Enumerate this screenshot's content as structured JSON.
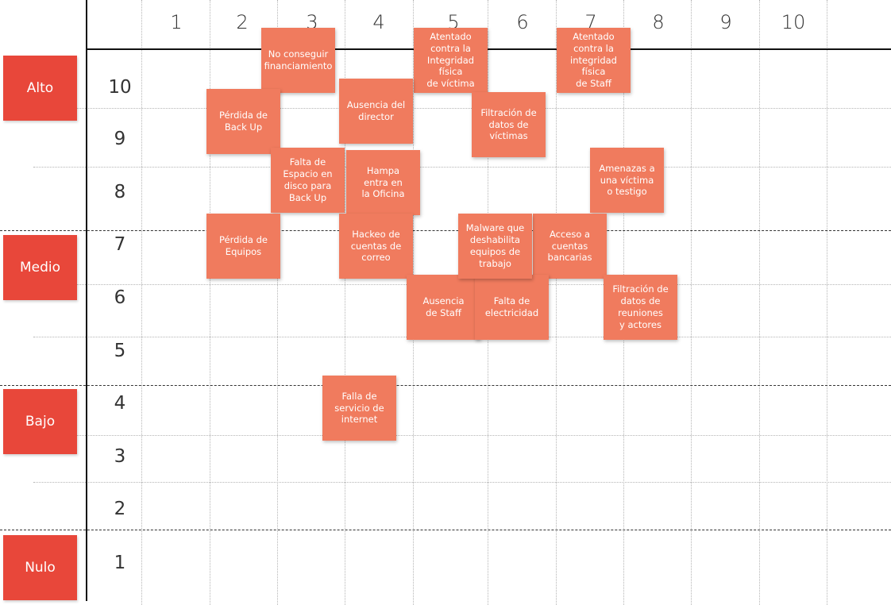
{
  "columns": [
    "1",
    "2",
    "3",
    "4",
    "5",
    "6",
    "7",
    "8",
    "9",
    "10"
  ],
  "rows": [
    "10",
    "9",
    "8",
    "7",
    "6",
    "5",
    "4",
    "3",
    "2",
    "1"
  ],
  "levels": [
    "Alto",
    "Medio",
    "Bajo",
    "Nulo"
  ],
  "notes": [
    {
      "text": "No conseguir\nfinanciamiento",
      "impact": 2.8,
      "probability": 10.3
    },
    {
      "text": "Atentado\ncontra la\nIntegridad física\nde víctima",
      "impact": 5.05,
      "probability": 10.3
    },
    {
      "text": "Atentado\ncontra la\nintegridad física\nde Staff",
      "impact": 7.15,
      "probability": 10.3
    },
    {
      "text": "Pérdida de\nBack Up",
      "impact": 2.0,
      "probability": 9.15
    },
    {
      "text": "Ausencia del\ndirector",
      "impact": 3.95,
      "probability": 9.35
    },
    {
      "text": "Filtración de\ndatos de\nvíctimas",
      "impact": 5.9,
      "probability": 9.1
    },
    {
      "text": "Falta de\nEspacio en\ndisco para\nBack Up",
      "impact": 2.95,
      "probability": 8.05
    },
    {
      "text": "Hampa\nentra en\nla Oficina",
      "impact": 4.05,
      "probability": 8.0
    },
    {
      "text": "Amenazas a\nuna víctima\no testigo",
      "impact": 7.65,
      "probability": 8.05
    },
    {
      "text": "Pérdida de\nEquipos",
      "impact": 2.0,
      "probability": 6.8
    },
    {
      "text": "Hackeo de\ncuentas de\ncorreo",
      "impact": 3.95,
      "probability": 6.8
    },
    {
      "text": "Acceso a\ncuentas\nbancarias",
      "impact": 6.8,
      "probability": 6.8
    },
    {
      "text": "Filtración de\ndatos de\nreuniones\ny actores",
      "impact": 7.85,
      "probability": 5.65
    },
    {
      "text": "Ausencia\nde Staff",
      "impact": 4.95,
      "probability": 5.65
    },
    {
      "text": "Falta de\nelectricidad",
      "impact": 5.95,
      "probability": 5.65
    },
    {
      "text": "Malware que\ndeshabilita\nequipos de\ntrabajo",
      "impact": 5.7,
      "probability": 6.8
    },
    {
      "text": "Falla de\nservicio de\ninternet",
      "impact": 3.7,
      "probability": 3.75
    }
  ],
  "colors": {
    "note": "#f07b5e",
    "level": "#e8473a",
    "axis": "#111111",
    "grid": "#b5b5b5"
  }
}
